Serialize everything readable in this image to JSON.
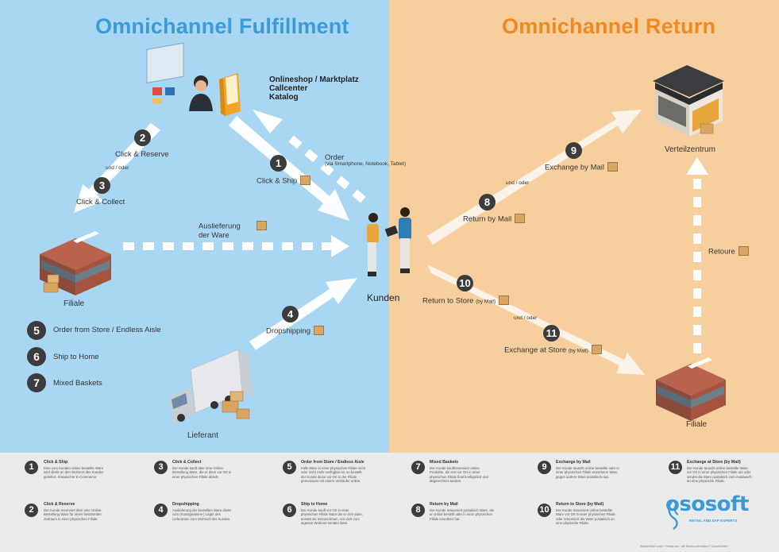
{
  "titles": {
    "fulfillment": "Omnichannel Fulfillment",
    "return": "Omnichannel Return"
  },
  "colors": {
    "left_bg": "#a9d7f3",
    "right_bg": "#f7cf9e",
    "fulfillment_title": "#3a9bd8",
    "return_title": "#ee8a21",
    "number_badge": "#3c3c3c",
    "logo": "#3a9bd8"
  },
  "nodes": {
    "channels": [
      "Onlineshop / Marktplatz",
      "Callcenter",
      "Katalog"
    ],
    "filiale_left": "Filiale",
    "kunden": "Kunden",
    "lieferant": "Lieferant",
    "verteilzentrum": "Verteilzentrum",
    "filiale_right": "Filiale"
  },
  "flows": {
    "n1": "1",
    "click_ship": "Click & Ship",
    "n2": "2",
    "click_reserve": "Click & Reserve",
    "und_oder_1": "und / oder",
    "n3": "3",
    "click_collect": "Click & Collect",
    "order": "Order",
    "order_sub": "(via Smartphone, Notebook, Tablet)",
    "auslieferung_1": "Auslieferung",
    "auslieferung_2": "der Ware",
    "n4": "4",
    "dropshipping": "Dropshipping",
    "n5": "5",
    "order_from_store": "Order from Store / Endless Aisle",
    "n6": "6",
    "ship_to_home": "Ship to Home",
    "n7": "7",
    "mixed_baskets": "Mixed Baskets",
    "n8": "8",
    "return_by_mail": "Return by Mail",
    "n9": "9",
    "exchange_by_mail": "Exchange by Mail",
    "und_oder_2": "und / oder",
    "n10": "10",
    "return_to_store": "Return to Store",
    "return_to_store_sub": "(by Mail)",
    "und_oder_3": "und / oder",
    "n11": "11",
    "exchange_at_store": "Exchange at Store",
    "exchange_at_store_sub": "(by Mail)",
    "retoure": "Retoure"
  },
  "legend": [
    {
      "num": "1",
      "title": "Click & Ship",
      "desc": "Eine vom Kunden online bestellte Ware wird direkt an den Wohnort des Kunden geliefert. Klassischer E-Commerce."
    },
    {
      "num": "2",
      "title": "Click & Reserve",
      "desc": "Der Kunde reserviert über eine Online-Bestellung Ware für einen bestimmten Zeitraum in einer physischen Filiale."
    },
    {
      "num": "3",
      "title": "Click & Collect",
      "desc": "Der Kunde kauft über eine Online-Bestellung Ware, die er dann vor Ort in einer physischen Filiale abholt."
    },
    {
      "num": "4",
      "title": "Dropshipping",
      "desc": "Auslieferung der bestellten Ware direkt vom (Konsignations-) Lager des Lieferanten zum Wohnort des Kunden."
    },
    {
      "num": "5",
      "title": "Order from Store / Endless Aisle",
      "desc": "Falls Ware in einer physischen Filiale nicht oder nicht mehr verfügbar ist, so bestellt der Kunde diese vor Ort in der Filiale gemeinsam mit einem Verkäufer online."
    },
    {
      "num": "6",
      "title": "Ship to Home",
      "desc": "Der Kunde kauft vor Ort in einer physischen Filiale Ware die er sich dann, anstatt sie mitzunehmen, von dort zum eigenen Wohnort senden lässt."
    },
    {
      "num": "7",
      "title": "Mixed Baskets",
      "desc": "Der Kunde kauft/reserviert online Produkte, die erst vor Ort in einer physischen Filiale final konfiguriert und abgerechnet werden."
    },
    {
      "num": "8",
      "title": "Return by Mail",
      "desc": "Der Kunde retourniert postalisch Ware, die er online bestellt oder in einer physischen Filiale erworben hat."
    },
    {
      "num": "9",
      "title": "Exchange by Mail",
      "desc": "Der Kunde tauscht online bestellte oder in einer physischen Filiale erworbene Ware gegen andere Ware postalisch aus."
    },
    {
      "num": "10",
      "title": "Return to Store (by Mail)",
      "desc": "Der Kunde retourniert online bestellte Ware vor Ort in einer physischen Filiale oder retourniert die Ware postalisch an eine physische Filiale."
    },
    {
      "num": "11",
      "title": "Exchange at Store (by Mail)",
      "desc": "Der Kunde tauscht online bestellte Ware vor Ort in einer physischen Filiale um oder sendet die Ware postalisch zum Austausch an eine physische Filiale."
    }
  ],
  "logo": {
    "name": "ososoft",
    "tagline": "RETAIL AND SAP EXPERTS"
  },
  "credit": "Weiland Blatt / uvsm / Freepik.com · alle Rechte vorbehalten © Ososoft GmbH"
}
